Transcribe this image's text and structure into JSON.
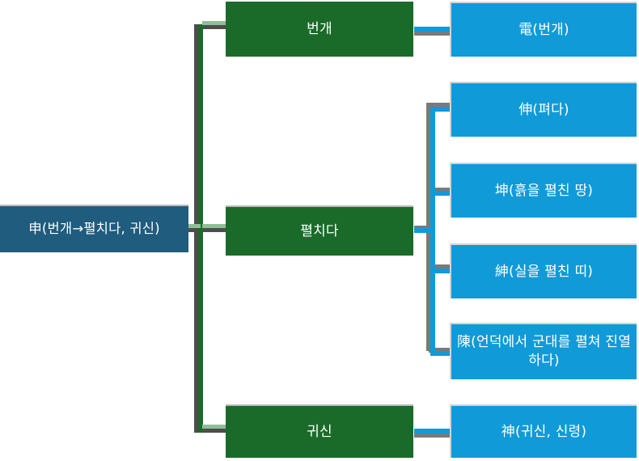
{
  "diagram": {
    "type": "tree",
    "title": "",
    "orientation": "left-to-right",
    "colors": {
      "root_box": "#1f5c7e",
      "level1_box": "#1a6b29",
      "level2_box": "#119ad8",
      "connector_shadow": "#4d4d4d",
      "text": "#ffffff",
      "background": "#ffffff"
    },
    "root": {
      "label": "申(번개→펼치다, 귀신)"
    },
    "branches": [
      {
        "label": "번개",
        "children": [
          {
            "label": "電(번개)"
          }
        ]
      },
      {
        "label": "펼치다",
        "children": [
          {
            "label": "伸(펴다)"
          },
          {
            "label": "坤(흙을 펼친 땅)"
          },
          {
            "label": "紳(실을 펼친 띠)"
          },
          {
            "label": "陳(언덕에서 군대를 펼쳐 진열하다)"
          }
        ]
      },
      {
        "label": "귀신",
        "children": [
          {
            "label": "神(귀신, 신령)"
          }
        ]
      }
    ]
  }
}
